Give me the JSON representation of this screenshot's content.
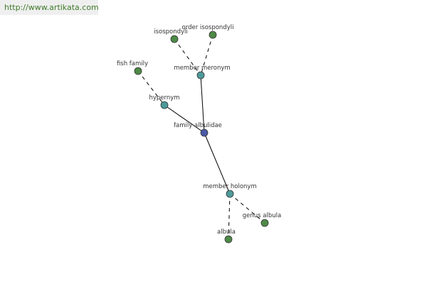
{
  "source": {
    "url_text": "http://www.artikata.com"
  },
  "graph": {
    "colors": {
      "center_fill": "#4a5aa6",
      "relation_fill": "#4d9a9a",
      "leaf_fill": "#4e8a47",
      "node_stroke": "#333333",
      "edge": "#000000"
    },
    "nodes": [
      {
        "id": "isospondyli",
        "label": "isospondyli",
        "kind": "leaf"
      },
      {
        "id": "order-isospondyli",
        "label": "order isospondyli",
        "kind": "leaf"
      },
      {
        "id": "member-meronym",
        "label": "member meronym",
        "kind": "relation"
      },
      {
        "id": "fish-family",
        "label": "fish family",
        "kind": "leaf"
      },
      {
        "id": "hypernym",
        "label": "hypernym",
        "kind": "relation"
      },
      {
        "id": "family-albulidae",
        "label": "family albulidae",
        "kind": "center"
      },
      {
        "id": "member-holonym",
        "label": "member holonym",
        "kind": "relation"
      },
      {
        "id": "genus-albula",
        "label": "genus albula",
        "kind": "leaf"
      },
      {
        "id": "albula",
        "label": "albula",
        "kind": "leaf"
      }
    ],
    "edges": [
      {
        "from": "isospondyli",
        "to": "member-meronym",
        "style": "dashed"
      },
      {
        "from": "order-isospondyli",
        "to": "member-meronym",
        "style": "dashed"
      },
      {
        "from": "member-meronym",
        "to": "family-albulidae",
        "style": "solid"
      },
      {
        "from": "fish-family",
        "to": "hypernym",
        "style": "dashed"
      },
      {
        "from": "hypernym",
        "to": "family-albulidae",
        "style": "solid"
      },
      {
        "from": "family-albulidae",
        "to": "member-holonym",
        "style": "solid"
      },
      {
        "from": "member-holonym",
        "to": "genus-albula",
        "style": "dashed"
      },
      {
        "from": "member-holonym",
        "to": "albula",
        "style": "dashed"
      }
    ]
  }
}
